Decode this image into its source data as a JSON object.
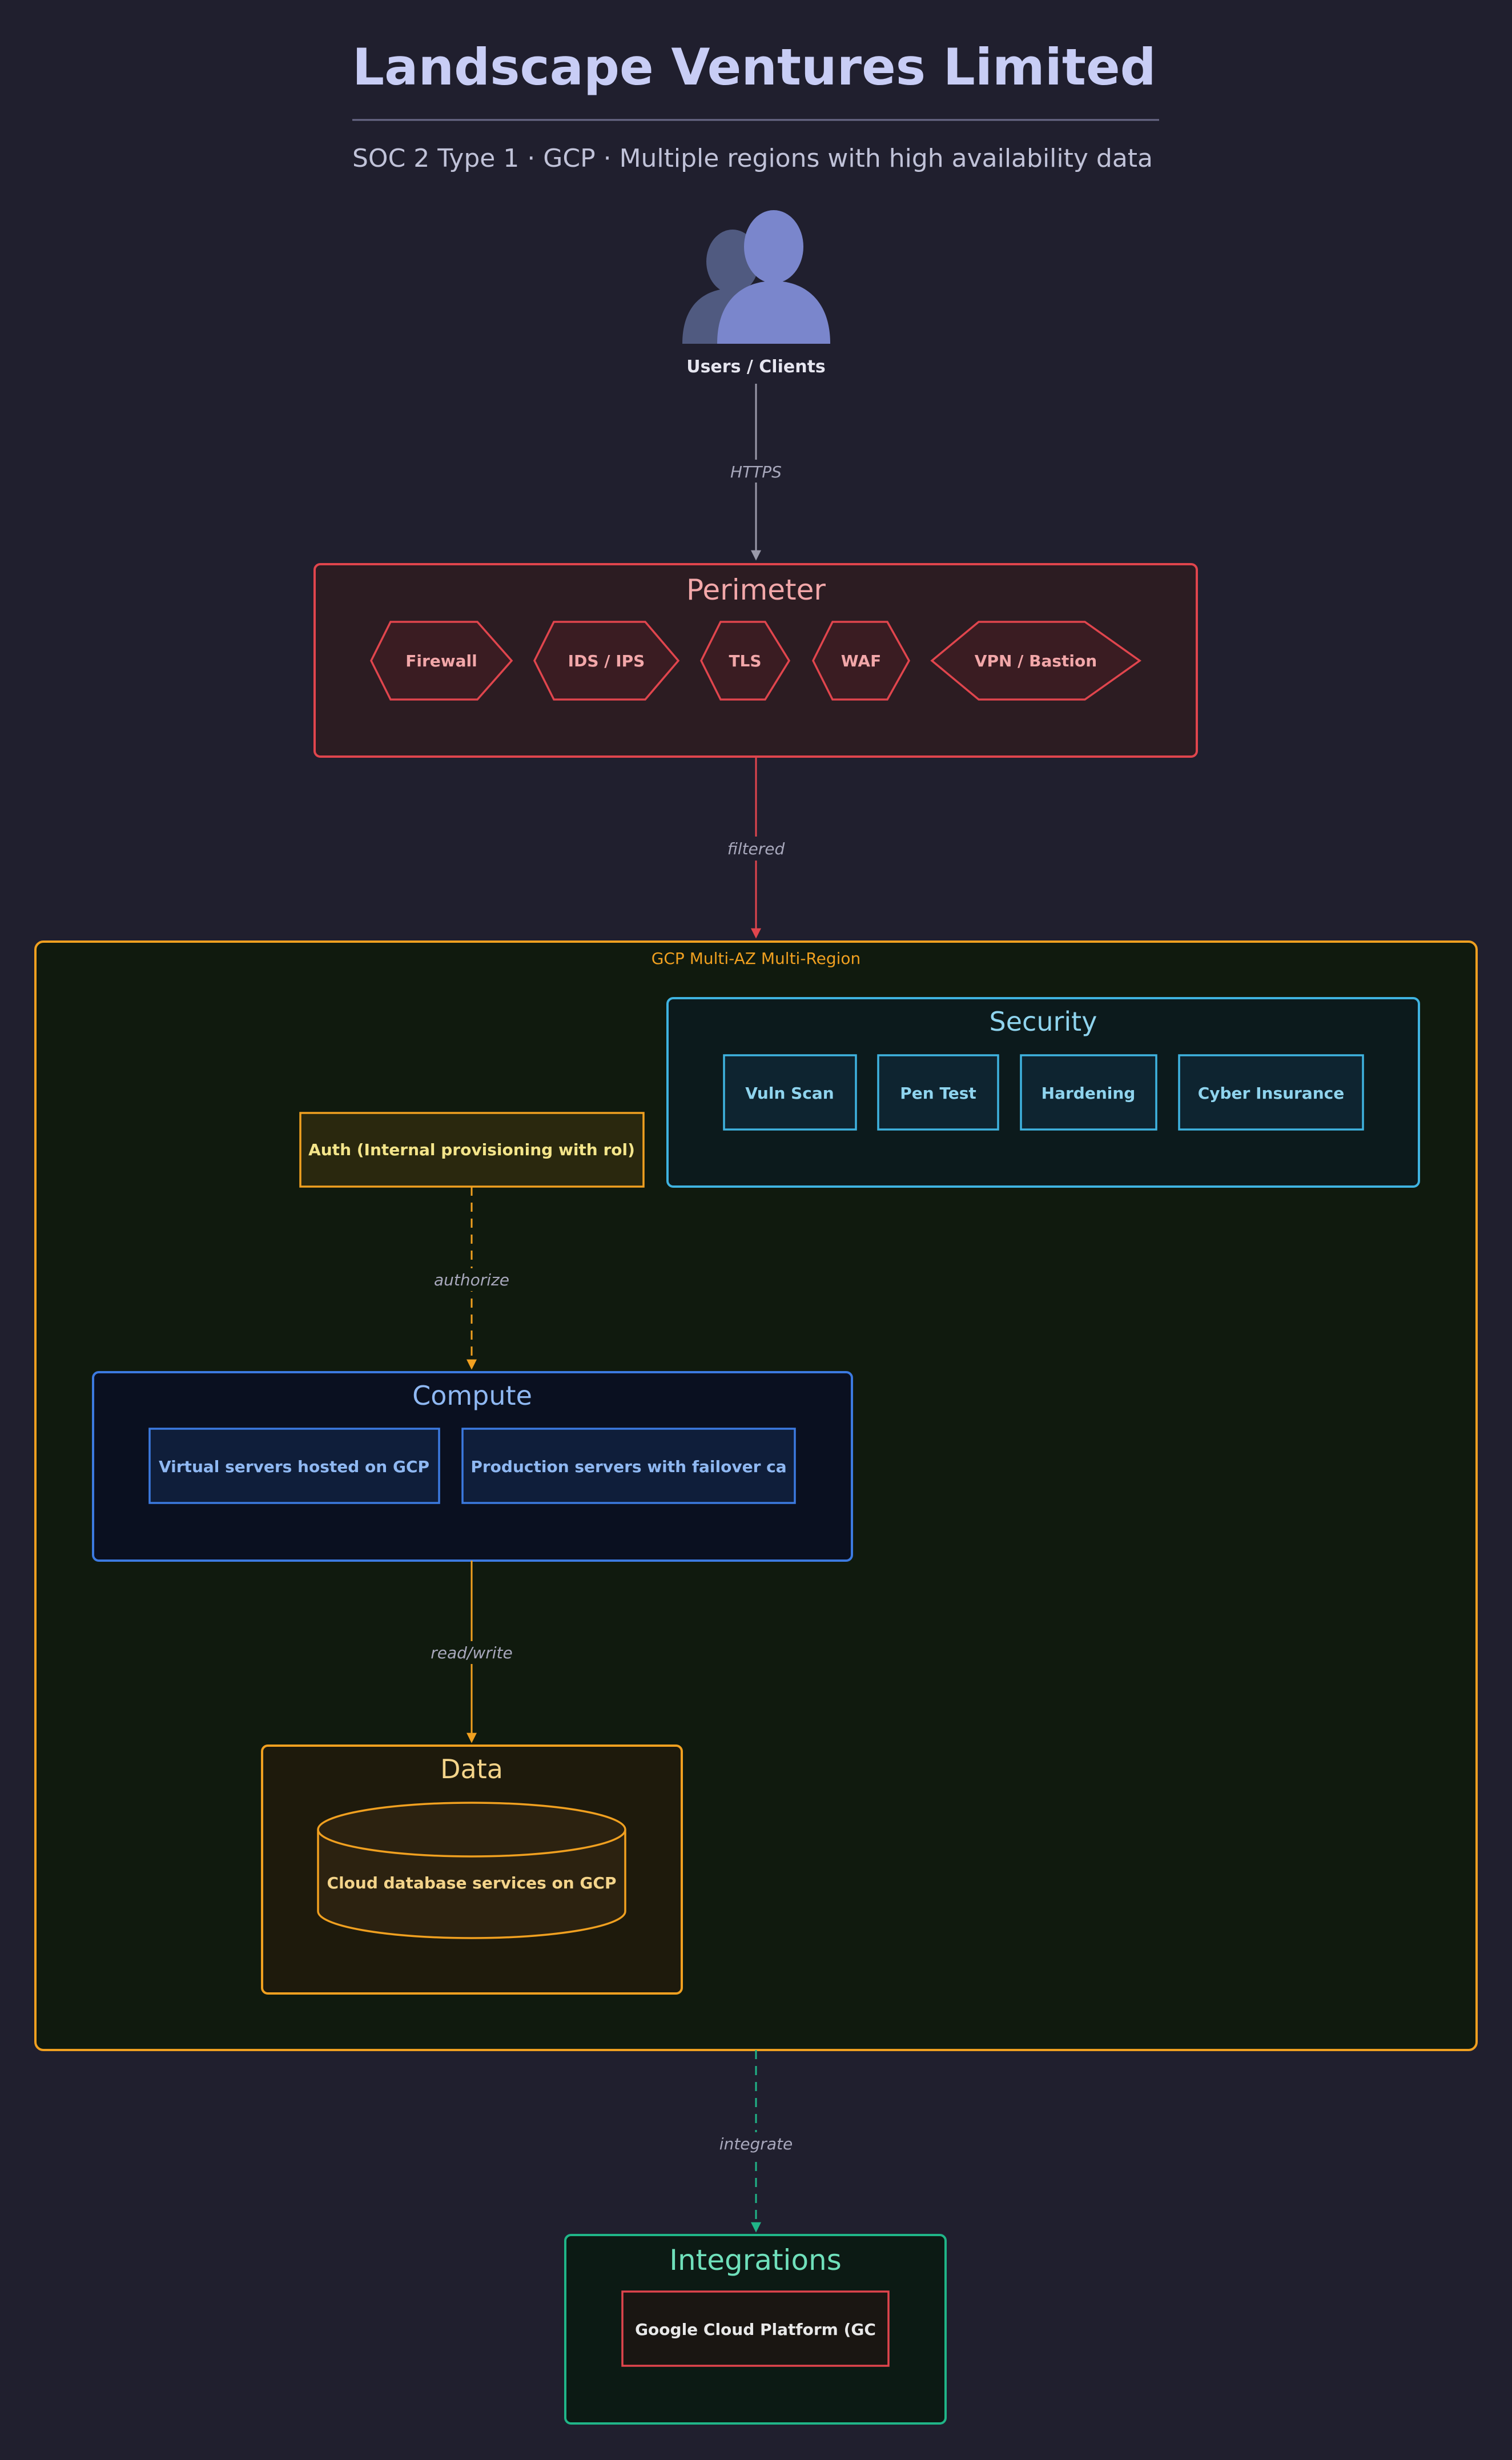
{
  "title": "Landscape Ventures Limited",
  "subtitle": "SOC 2 Type 1 · GCP · Multiple regions with high availability data",
  "users": {
    "label": "Users / Clients",
    "icon": "users-icon"
  },
  "edges": {
    "https": "HTTPS",
    "filtered": "filtered",
    "authorize": "authorize",
    "read_write": "read/write",
    "integrate": "integrate"
  },
  "perimeter": {
    "title": "Perimeter",
    "items": [
      "Firewall",
      "IDS / IPS",
      "TLS",
      "WAF",
      "VPN / Bastion"
    ]
  },
  "region": {
    "label": "GCP Multi-AZ Multi-Region"
  },
  "security": {
    "title": "Security",
    "items": [
      "Vuln Scan",
      "Pen Test",
      "Hardening",
      "Cyber Insurance"
    ]
  },
  "auth": {
    "label": "Auth (Internal provisioning with rol)"
  },
  "compute": {
    "title": "Compute",
    "items": [
      "Virtual servers hosted on GCP",
      "Production servers with failover ca"
    ]
  },
  "data": {
    "title": "Data",
    "database": "Cloud database services on GCP",
    "icon": "database-cylinder-icon"
  },
  "integrations": {
    "title": "Integrations",
    "items": [
      "Google Cloud Platform (GC"
    ]
  },
  "colors": {
    "background": "#201f2e",
    "title": "#c8cdf5",
    "perimeter": "#e0454d",
    "security": "#3fb3e0",
    "region": "#f0a020",
    "compute": "#3c7ae0",
    "data": "#f0a020",
    "auth": "#f0a020",
    "integrations": "#20b588",
    "user_icon_front": "#7a86cc",
    "user_icon_back": "#505a80"
  }
}
